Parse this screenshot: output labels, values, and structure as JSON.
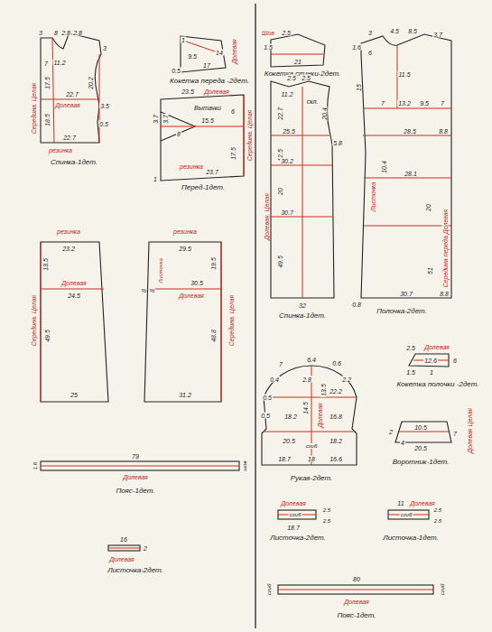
{
  "diagram": {
    "labels": [
      "3",
      "8",
      "2.8",
      "2.8",
      "3",
      "7",
      "11.2",
      "17.5",
      "20.2",
      "3.5",
      "22.7",
      "Долевая",
      "18.5",
      "0.5",
      "Середина. Целая",
      "22.7",
      "резинка",
      "Спинка-1дет.",
      "1",
      "9.5",
      "17",
      "0.5",
      "14",
      "Долевая",
      "Кокетка переда -2дет.",
      "23.5",
      "Долевая",
      "Вытачки",
      "3.7",
      "3.7",
      "8",
      "15.5",
      "6",
      "17.5",
      "Середина. Целая",
      "резинка",
      "1",
      "23.7",
      "Перед-1дет.",
      "резинка",
      "23.2",
      "13.5",
      "Долевая",
      "24.5",
      "Середина. Целая",
      "49.5",
      "25",
      "резинка",
      "29.5",
      "8",
      "8",
      "Листочка",
      "30.5",
      "Долевая",
      "19.5",
      "48.8",
      "Середина. Целая",
      "31.2",
      "79",
      "Долевая",
      "1.6",
      "шов",
      "Пояс-1дет.",
      "16",
      "2",
      "Долевая",
      "Листочка-2дет.",
      "Шов",
      "2.5",
      "1.5",
      "21",
      "Кокетка спинки-2дет.",
      "2.5",
      "2.5",
      "11.2",
      "скл.",
      "22.7",
      "20.4",
      "25.5",
      "5.8",
      "12.5",
      "30.2",
      "20",
      "30.7",
      "Долевая. Целая",
      "49.5",
      "32",
      "Спинка-1дет.",
      "3",
      "4.5",
      "8.5",
      "3.7",
      "1.6",
      "6",
      "11.5",
      "15",
      "7",
      "13.2",
      "9.5",
      "7",
      "28.5",
      "8.8",
      "10.4",
      "28.1",
      "20",
      "Листочка",
      "Середина переда Долевая",
      "51",
      "0.8",
      "30.7",
      "8.8",
      "Полочка-2дет.",
      "7",
      "6.4",
      "0.6",
      "0.4",
      "2.8",
      "13.5",
      "2.2",
      "0.5",
      "14.5",
      "22.2",
      "Долевая",
      "0.5",
      "18.2",
      "16.8",
      "20.5",
      "сгиб",
      "18.2",
      "18.7",
      "18",
      "16.6",
      "Рукав-2дет.",
      "Долевая",
      "2.5",
      "12.6",
      "6",
      "1.5",
      "1",
      "Кокетка полочки -2дет.",
      "10.5",
      "Долевая Целая",
      "2",
      "4",
      "7",
      "20.5",
      "Воротник-1дет.",
      "Долевая",
      "сгиб",
      "2.5",
      "2.5",
      "18.7",
      "Листочка-2дет.",
      "11",
      "Долевая",
      "сгиб",
      "2.5",
      "2.5",
      "Листочка-1дет.",
      "80",
      "сгиб",
      "сгиб",
      "Долевая",
      "Пояс-1дет."
    ]
  }
}
